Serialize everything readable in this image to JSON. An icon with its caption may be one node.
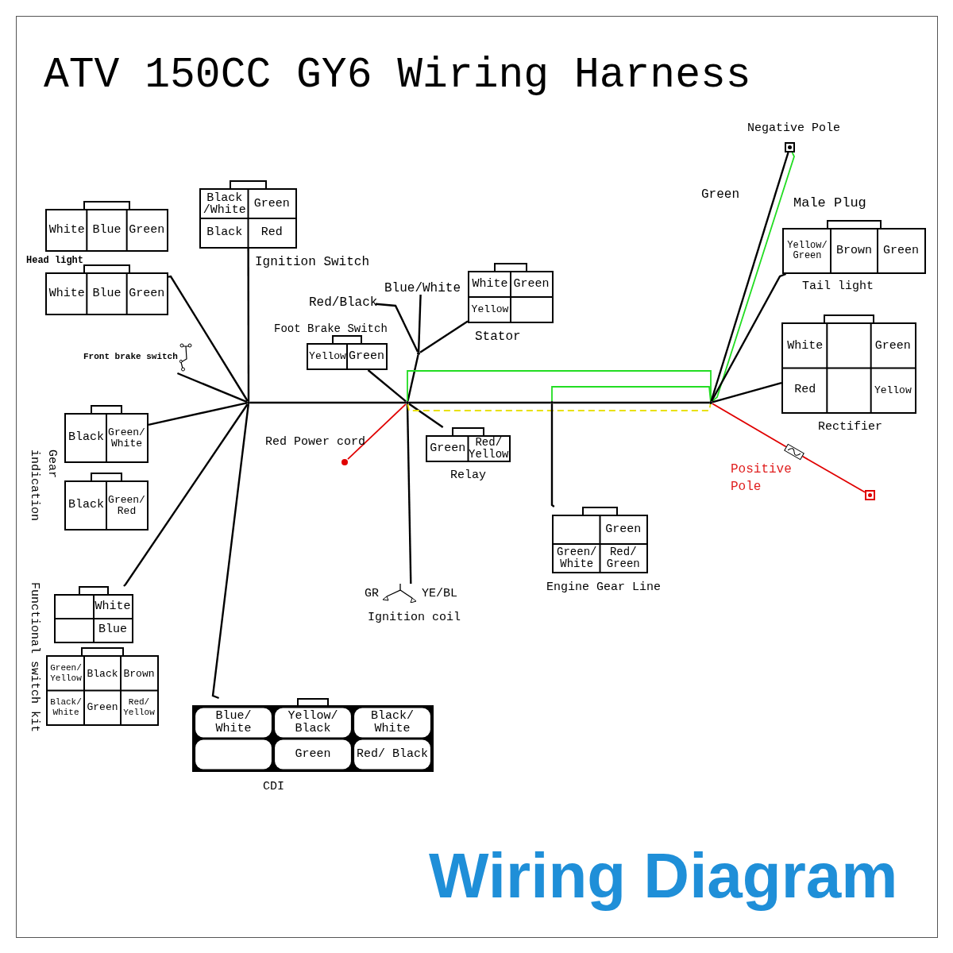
{
  "diagram": {
    "title": "ATV 150CC GY6 Wiring Harness",
    "nodes": [
      {
        "text": [
          "White",
          "Blue",
          "Green"
        ]
      },
      {
        "text": [
          "White",
          "Blue",
          "Green"
        ]
      },
      {
        "text": [
          "Black /White",
          "Green",
          "Black",
          "Red"
        ],
        "beside": [
          "Ignition Switch"
        ]
      },
      {
        "text": [
          "Front brake switch"
        ]
      },
      {
        "text": [
          "Yellow",
          "Green"
        ],
        "beside": [
          "Foot Brake Switch"
        ]
      },
      {
        "text": [
          "Red/Black"
        ]
      },
      {
        "text": [
          "Blue/White"
        ]
      },
      {
        "text": [
          "White",
          "Green",
          "Yellow"
        ],
        "beside": [
          "Stator"
        ]
      },
      {
        "text": [],
        "shape": "terminal",
        "beside": [
          "Negative Pole"
        ]
      },
      {
        "text": [
          "Yellow/ Green",
          "Brown",
          "Green"
        ],
        "beside": [
          "Male Plug",
          "Tail light"
        ]
      },
      {
        "text": [
          "Black",
          "Green/ White"
        ]
      },
      {
        "text": [
          "Black",
          "Green/ Red"
        ]
      },
      {
        "text": [],
        "shape": "point"
      },
      {
        "text": [],
        "shape": "point"
      },
      {
        "text": [],
        "shape": "point"
      },
      {
        "text": [
          "Green",
          "Red/ Yellow"
        ],
        "beside": [
          "Relay"
        ]
      },
      {
        "text": [],
        "shape": "dot",
        "beside": [
          "Red Power cord"
        ]
      },
      {
        "text": [],
        "shape": "point"
      },
      {
        "text": [
          "White",
          "Green",
          "Red",
          "Yellow"
        ],
        "beside": [
          "Rectifier"
        ]
      },
      {
        "text": [],
        "shape": "terminal"
      },
      {
        "text": [
          "Green",
          "Green/ White",
          "Red/ Green"
        ],
        "beside": [
          "Engine Gear Line"
        ]
      },
      {
        "text": [
          "GR",
          "YE/BL"
        ],
        "beside": [
          "Ignition coil"
        ]
      },
      {
        "text": [
          "White",
          "Blue"
        ]
      },
      {
        "text": [
          "Green/ Yellow",
          "Black",
          "Brown",
          "Black/ White",
          "Green",
          "Red/ Yellow"
        ]
      },
      {
        "text": [
          "Blue/ White",
          "Yellow/ Black",
          "Black/ White",
          "Green",
          "Red/ Black"
        ],
        "beside": [
          "CDI"
        ]
      },
      {
        "text": [],
        "shape": "point"
      },
      {
        "text": [],
        "shape": "fuse"
      }
    ],
    "edges": [
      {
        "from": 1,
        "to": 12,
        "arrow": "none"
      },
      {
        "from": 2,
        "to": 12,
        "arrow": "none"
      },
      {
        "from": 3,
        "to": 12,
        "arrow": "none"
      },
      {
        "from": 10,
        "to": 12,
        "arrow": "none"
      },
      {
        "from": 22,
        "to": 12,
        "arrow": "none"
      },
      {
        "from": 24,
        "to": 12,
        "arrow": "none"
      },
      {
        "from": 12,
        "to": 13,
        "arrow": "none"
      },
      {
        "from": 4,
        "to": 13,
        "arrow": "none"
      },
      {
        "from": 5,
        "to": 14,
        "arrow": "none"
      },
      {
        "from": 6,
        "to": 14,
        "arrow": "none"
      },
      {
        "from": 7,
        "to": 14,
        "arrow": "none"
      },
      {
        "from": 14,
        "to": 13,
        "arrow": "none"
      },
      {
        "from": 13,
        "to": 15,
        "arrow": "none"
      },
      {
        "from": 16,
        "to": 13,
        "arrow": "none",
        "color": "#e00000"
      },
      {
        "from": 13,
        "to": 21,
        "arrow": "none"
      },
      {
        "from": 13,
        "to": 25,
        "arrow": "none"
      },
      {
        "from": 25,
        "to": 17,
        "arrow": "none"
      },
      {
        "from": 13,
        "to": 17,
        "arrow": "none",
        "color": "#22dd22"
      },
      {
        "from": 25,
        "to": 17,
        "arrow": "none",
        "color": "#22dd22"
      },
      {
        "from": 13,
        "to": 17,
        "arrow": "none",
        "style": "dashed",
        "color": "#e8e000"
      },
      {
        "from": 20,
        "to": 25,
        "arrow": "none"
      },
      {
        "from": 17,
        "to": 8,
        "arrow": "none"
      },
      {
        "from": 17,
        "to": 8,
        "arrow": "none",
        "color": "#22dd22"
      },
      {
        "from": 17,
        "to": 9,
        "arrow": "none"
      },
      {
        "from": 17,
        "to": 18,
        "arrow": "none"
      },
      {
        "from": 17,
        "to": 26,
        "arrow": "none",
        "color": "#e00000"
      },
      {
        "from": 26,
        "to": 19,
        "arrow": "none",
        "color": "#e00000"
      }
    ],
    "labels": [
      "Head light",
      "Gear indication",
      "Functional switch kit",
      "Green",
      "Positive Pole",
      "Wiring Diagram"
    ]
  }
}
